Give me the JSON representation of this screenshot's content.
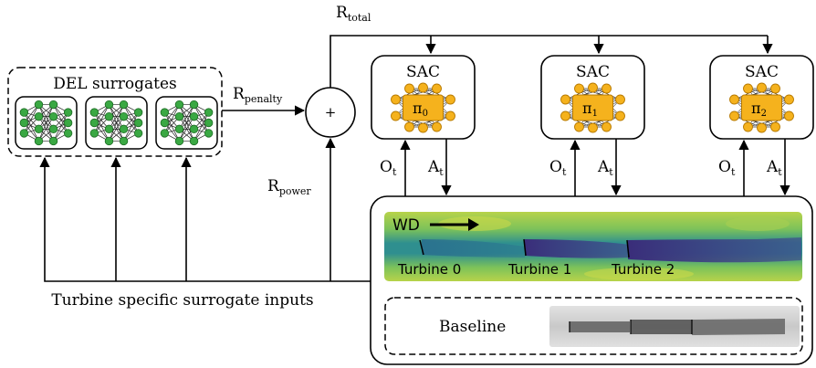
{
  "surrogates": {
    "title": "DEL surrogates",
    "count": 3
  },
  "labels": {
    "r_total": {
      "main": "R",
      "sub": "total"
    },
    "r_penalty": {
      "main": "R",
      "sub": "penalty"
    },
    "r_power": {
      "main": "R",
      "sub": "power"
    },
    "sum_symbol": "+",
    "inputs_caption": "Turbine specific surrogate inputs"
  },
  "agents": [
    {
      "title": "SAC",
      "policy": "π",
      "policy_sub": "0",
      "obs": "O",
      "obs_sub": "t",
      "act": "A",
      "act_sub": "t"
    },
    {
      "title": "SAC",
      "policy": "π",
      "policy_sub": "1",
      "obs": "O",
      "obs_sub": "t",
      "act": "A",
      "act_sub": "t"
    },
    {
      "title": "SAC",
      "policy": "π",
      "policy_sub": "2",
      "obs": "O",
      "obs_sub": "t",
      "act": "A",
      "act_sub": "t"
    }
  ],
  "flow": {
    "wind_direction": "WD",
    "turbines": [
      "Turbine 0",
      "Turbine 1",
      "Turbine 2"
    ]
  },
  "baseline": {
    "label": "Baseline"
  },
  "colors": {
    "node_green": "#3aa843",
    "policy_orange": "#f5b21d",
    "policy_outline": "#b87a00",
    "flow_field_base": "#35a08a",
    "wake_dark": "#3a2d7a"
  }
}
